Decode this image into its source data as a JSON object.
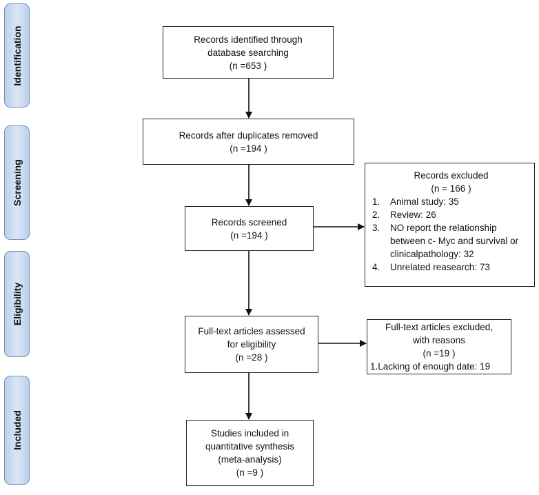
{
  "phases": {
    "identification": "Identification",
    "screening": "Screening",
    "eligibility": "Eligibility",
    "included": "Included"
  },
  "boxes": {
    "identified": {
      "line1": "Records identified through",
      "line2": "database searching",
      "line3": "(n =653 )"
    },
    "duplicates": {
      "line1": "Records after duplicates removed",
      "line2": "(n =194  )"
    },
    "screened": {
      "line1": "Records screened",
      "line2": "(n =194  )"
    },
    "excluded": {
      "title": "Records excluded",
      "count": "(n = 166 )",
      "items": [
        {
          "num": "1.",
          "text": "Animal study: 35"
        },
        {
          "num": "2.",
          "text": "Review: 26"
        },
        {
          "num": "3.",
          "text": "NO report the relationship between c- Myc and survival or clinicalpathology: 32"
        },
        {
          "num": "4.",
          "text": "Unrelated reasearch: 73"
        }
      ]
    },
    "fulltext": {
      "line1": "Full-text articles assessed",
      "line2": "for eligibility",
      "line3": "(n =28  )"
    },
    "fulltext_excluded": {
      "line1": "Full-text articles excluded,",
      "line2": "with reasons",
      "line3": "(n =19   )",
      "line4": "1.Lacking of enough date: 19"
    },
    "included": {
      "line1": "Studies included in",
      "line2": "quantitative synthesis",
      "line3": "(meta-analysis)",
      "line4": "(n =9  )"
    }
  }
}
